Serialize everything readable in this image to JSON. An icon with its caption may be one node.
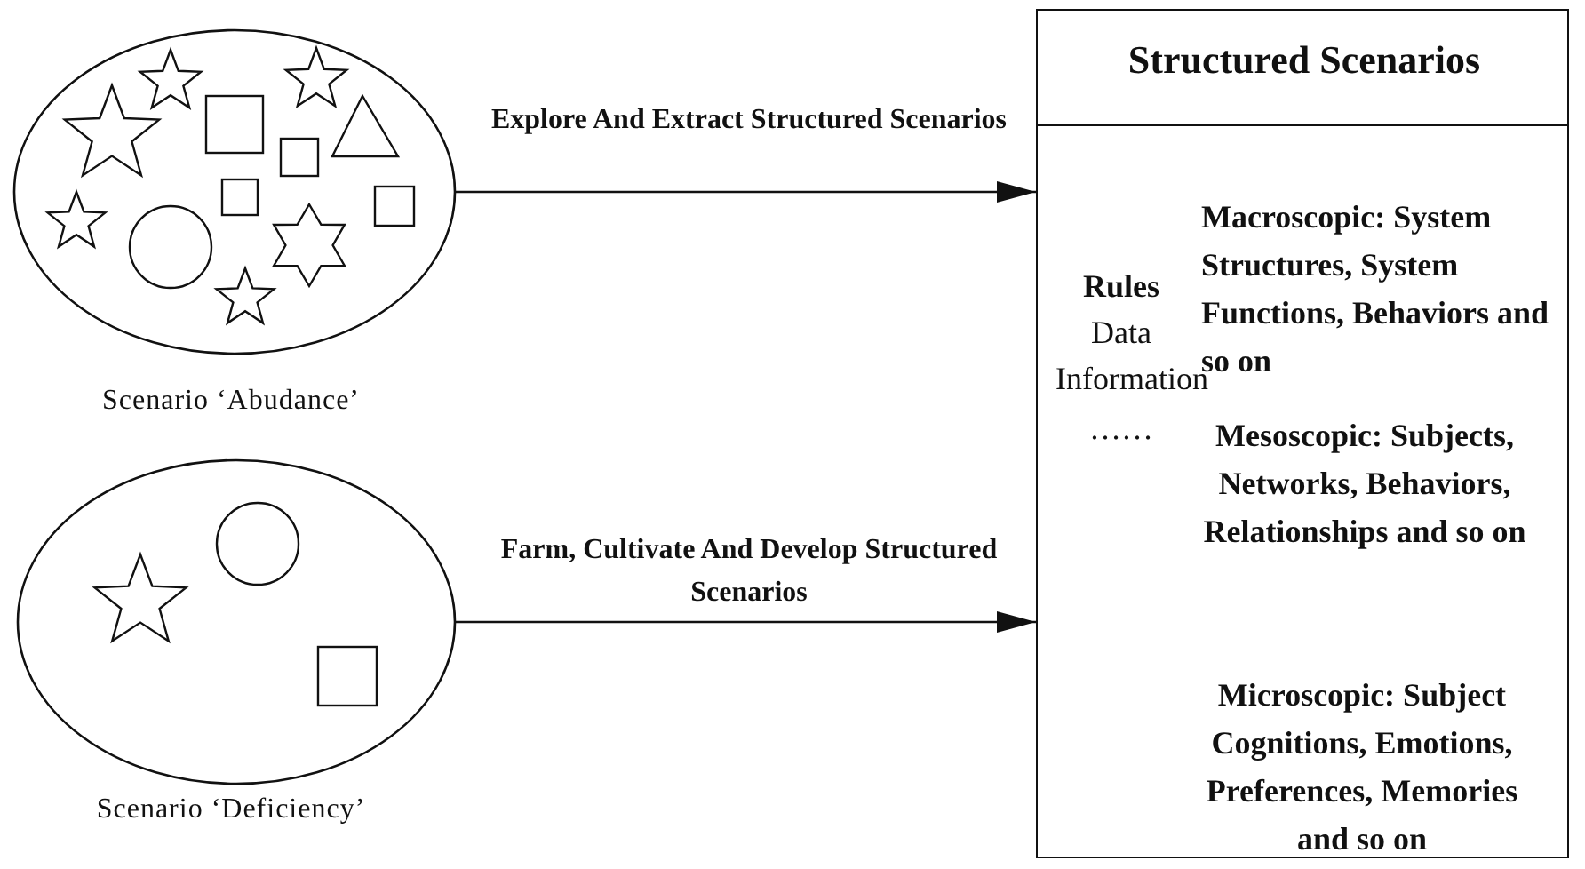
{
  "diagram": {
    "nodes": [
      {
        "text": [
          "Scenario ‘Abudance’"
        ]
      },
      {
        "text": [
          "Scenario ‘Deficiency’"
        ]
      },
      {
        "text": [
          "Structured Scenarios",
          "Rules",
          "Data",
          "Information",
          "……",
          "Macroscopic: System Structures, System Functions, Behaviors and so on",
          "Mesoscopic: Subjects, Networks, Behaviors, Relationships and so on",
          "Microscopic: Subject Cognitions, Emotions, Preferences, Memories and so on"
        ]
      }
    ],
    "edges": [
      {
        "from": 0,
        "to": 2,
        "arrow": "to",
        "label": "Explore And Extract Structured Scenarios"
      },
      {
        "from": 1,
        "to": 2,
        "arrow": "to",
        "label": "Farm, Cultivate And Develop Structured Scenarios"
      }
    ]
  }
}
